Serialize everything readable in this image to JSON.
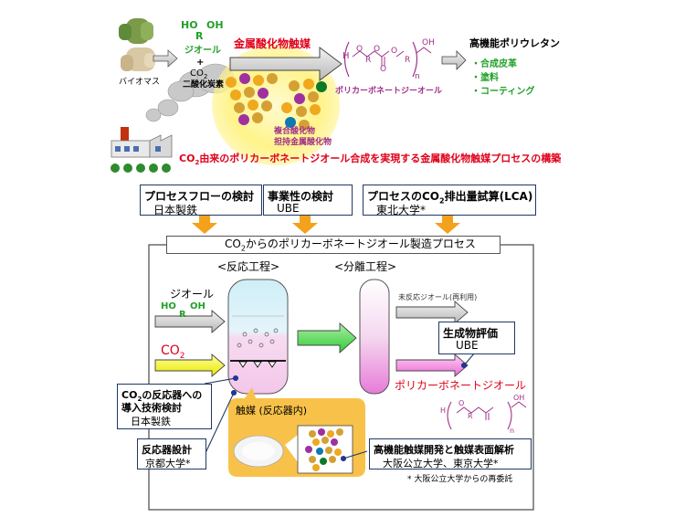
{
  "top": {
    "biomass_label": "バイオマス",
    "diol_formula_ho": "HO",
    "diol_formula_r": "R",
    "diol_formula_oh": "OH",
    "diol_label": "ジオール",
    "plus": "+",
    "co2_label": "CO",
    "co2_sub": "2",
    "co2_name": "二酸化炭素",
    "catalyst_label": "金属酸化物触媒",
    "composite_line1": "複合酸化物",
    "composite_line2": "担持金属酸化物",
    "pc_label": "ポリカーボネートジーオール",
    "pc_h": "H",
    "pc_o1": "O",
    "pc_r1": "R",
    "pc_o2": "O",
    "pc_o3": "O",
    "pc_o4": "O",
    "pc_r2": "R",
    "pc_oh": "OH",
    "pc_n": "n",
    "product_title": "高機能ポリウレタン",
    "product_items": [
      "・合成皮革",
      "・塗料",
      "・コーティング"
    ],
    "headline_pre": "CO",
    "headline_sub": "2",
    "headline_post": "由来のポリカーボネートジオール合成を実現する金属酸化物触媒プロセスの構築"
  },
  "studies": [
    {
      "title": "プロセスフローの検討",
      "org": "日本製鉄"
    },
    {
      "title": "事業性の検討",
      "org": "UBE"
    },
    {
      "title_pre": "プロセスのCO",
      "title_sub": "2",
      "title_post": "排出量試算(LCA)",
      "org": "東北大学*"
    }
  ],
  "process": {
    "title_pre": "CO",
    "title_sub": "2",
    "title_post": "からのポリカーボネートジオール製造プロセス",
    "reaction_step": "<反応工程>",
    "separation_step": "<分離工程>",
    "diol_label": "ジオール",
    "diol_ho": "HO",
    "diol_r": "R",
    "diol_oh": "OH",
    "co2_label": "CO",
    "co2_sub": "2",
    "unreacted": "未反応ジオール(再利用)",
    "product_label": "ポリカーボネートジオール",
    "pc_ho": "H",
    "pc_o": "O",
    "pc_r": "R",
    "pc_oh": "OH",
    "pc_n": "n",
    "catalyst_title": "触媒 (反応器内)"
  },
  "callouts": {
    "product_eval": {
      "title": "生成物評価",
      "org": "UBE"
    },
    "co2_intro": {
      "line1_pre": "CO",
      "line1_sub": "2",
      "line1_post": "の反応器への",
      "line2": "導入技術検討",
      "org": "日本製鉄"
    },
    "reactor": {
      "title": "反応器設計",
      "org": "京都大学*"
    },
    "catalyst_dev": {
      "title": "高機能触媒開発と触媒表面解析",
      "org": "大阪公立大学、東京大学*"
    }
  },
  "footnote": "* 大阪公立大学からの再委託",
  "colors": {
    "green_text": "#22a02a",
    "red_text": "#e0001a",
    "purple_text": "#a0308a",
    "navy_border": "#203864",
    "orange_arrow": "#f4a11c",
    "glow": "#fff68a"
  }
}
